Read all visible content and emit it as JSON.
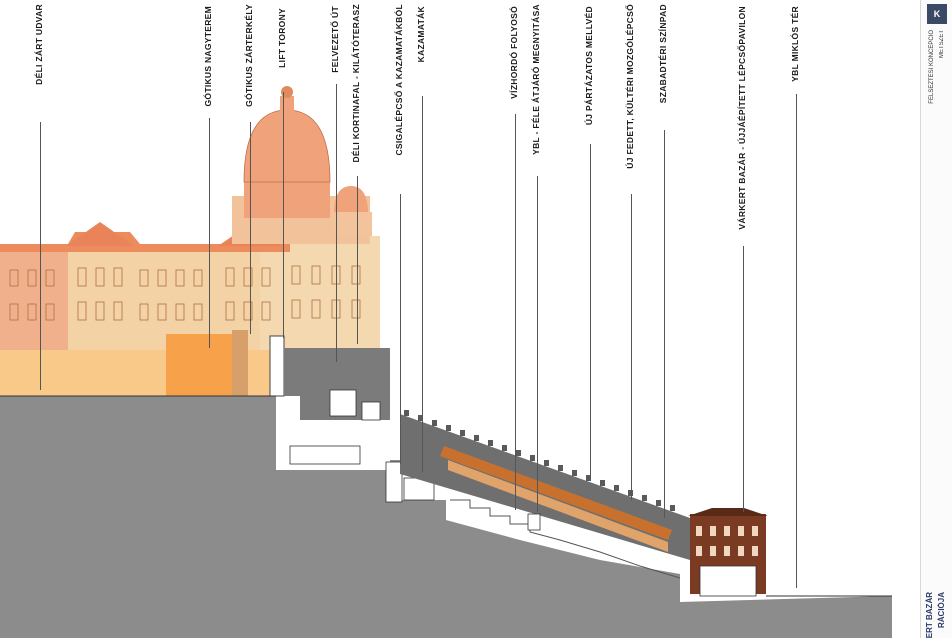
{
  "labels": [
    {
      "id": "deli-zart-udvar",
      "text": "DÉLI ZÁRT UDVAR"
    },
    {
      "id": "gotikus-nagyterem",
      "text": "GÓTIKUS NAGYTEREM"
    },
    {
      "id": "gotikus-zarterkely",
      "text": "GÓTIKUS ZÁRTERKÉLY"
    },
    {
      "id": "lift-torony",
      "text": "LIFT TORONY"
    },
    {
      "id": "felvezeto-ut",
      "text": "FELVEZETŐ ÚT"
    },
    {
      "id": "deli-kortinafal",
      "text": "DÉLI KORTINAFAL - KILÁTÓTERASZ"
    },
    {
      "id": "csigalepcso",
      "text": "CSIGALÉPCSŐ A KAZAMATÁKBÓL"
    },
    {
      "id": "kazamatak",
      "text": "KAZAMATÁK"
    },
    {
      "id": "vizhordo-folyoso",
      "text": "VÍZHORDÓ FOLYOSÓ"
    },
    {
      "id": "ybl-fele-atjaro",
      "text": "YBL - FÉLE ÁTJÁRÓ MEGNYITÁSA"
    },
    {
      "id": "uj-partazatos-mellved",
      "text": "ÚJ PÁRTÁZATOS MELLVÉD"
    },
    {
      "id": "uj-fedett-kulteri",
      "text": "ÚJ FEDETT, KÜLTÉRI MOZGÓLÉPCSŐ"
    },
    {
      "id": "szabadteri-szinpad",
      "text": "SZABADTÉRI SZÍNPAD"
    },
    {
      "id": "varkert-bazar",
      "text": "VÁRKERT BAZÁR - ÚJJÁÉPÍTETT LÉPCSŐPAVILON"
    },
    {
      "id": "ybl-miklos-ter",
      "text": "YBL MIKLÓS TÉR"
    }
  ],
  "sidebar": {
    "logo": "K",
    "line1": "FELSEZTÉSI KONCEPCIÓ",
    "line2": "METSZET"
  },
  "bottom_title": {
    "line1": "ERT BAZÁR",
    "line2": "RÁCIÓJA"
  },
  "colors": {
    "ground": "#8c8c8c",
    "palace_light": "#f5d6a8",
    "palace_orange": "#f7a24a",
    "dome": "#f0a27a",
    "roof": "#e9845a",
    "wall_gray": "#777777",
    "ramp": "#c8712f",
    "pavilion": "#7a3b22"
  }
}
